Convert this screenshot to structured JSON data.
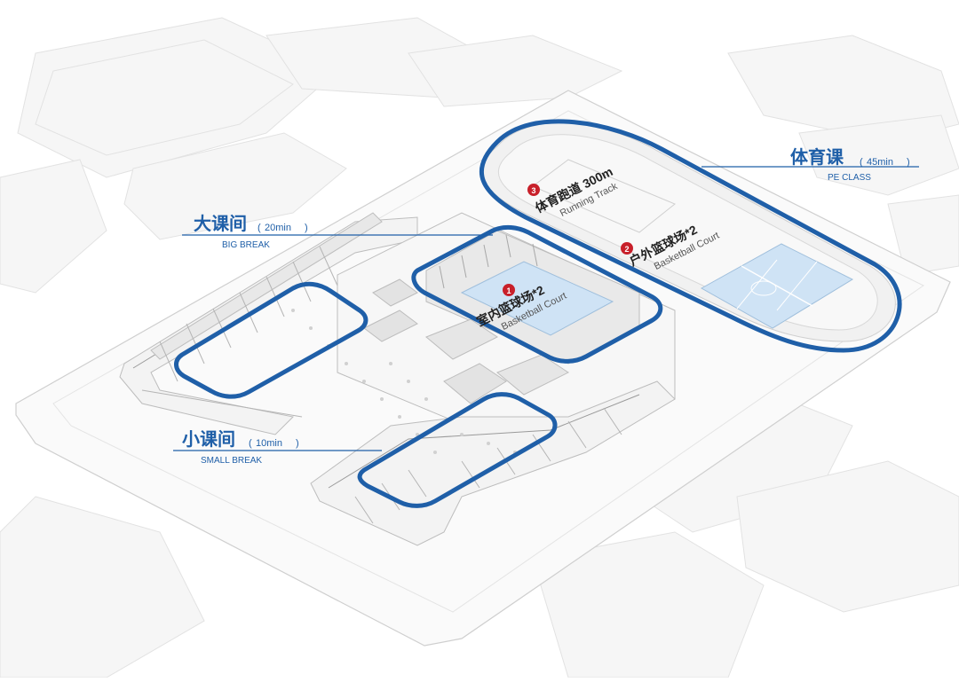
{
  "zones": {
    "pe_class": {
      "title": "体育课",
      "duration": "45min",
      "subtitle": "PE CLASS"
    },
    "big_break": {
      "title": "大课间",
      "duration": "20min",
      "subtitle": "BIG BREAK"
    },
    "small_break": {
      "title": "小课间",
      "duration": "10min",
      "subtitle": "SMALL BREAK"
    }
  },
  "facilities": [
    {
      "number": "1",
      "name": "室内篮球场*2",
      "english": "Basketball Court"
    },
    {
      "number": "2",
      "name": "户外篮球场*2",
      "english": "Basketball Court"
    },
    {
      "number": "3",
      "name": "体育跑道 300m",
      "english": "Running Track"
    }
  ],
  "colors": {
    "highlight_blue": "#1f5fa8",
    "badge_red": "#c8202a",
    "court_blue": "#cfe3f5",
    "building_fill": "#f3f3f3",
    "building_stroke": "#bdbdbd"
  }
}
